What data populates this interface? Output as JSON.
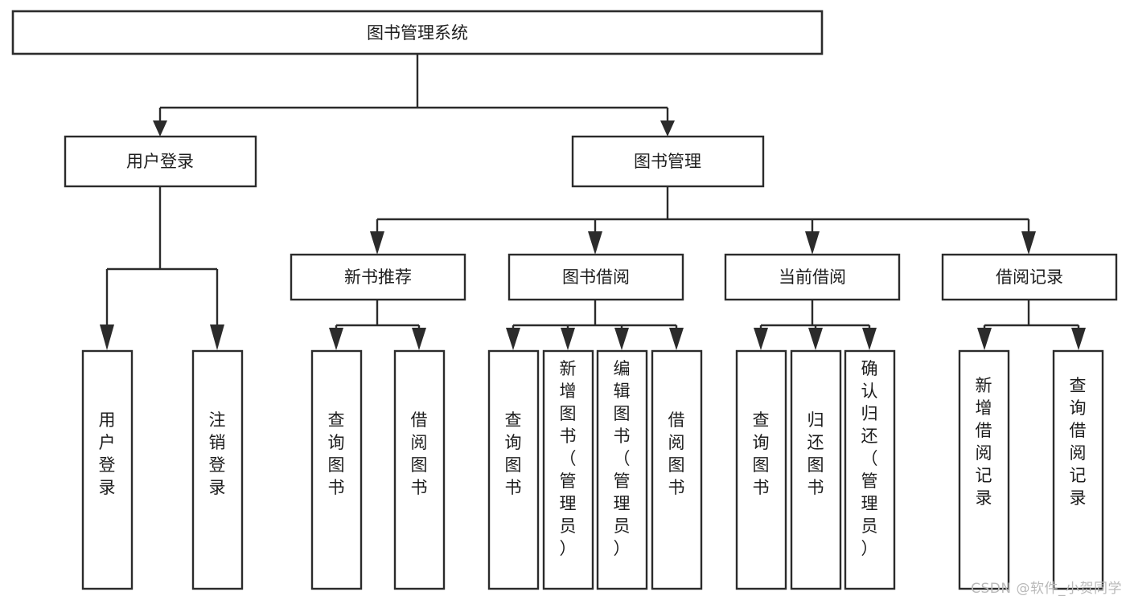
{
  "diagram": {
    "type": "tree",
    "title": "图书管理系统",
    "watermark": "CSDN @软件_小贺同学",
    "colors": {
      "stroke": "#2b2b2b",
      "fill": "#ffffff",
      "text": "#1d1d1d",
      "watermark": "#b9b9b9"
    },
    "nodes": {
      "root": {
        "label": "图书管理系统",
        "level": 1,
        "orientation": "horizontal"
      },
      "l2": [
        {
          "id": "user-login",
          "label": "用户登录",
          "level": 2,
          "orientation": "horizontal"
        },
        {
          "id": "book-manage",
          "label": "图书管理",
          "level": 2,
          "orientation": "horizontal"
        }
      ],
      "l3": [
        {
          "id": "new-book-rec",
          "label": "新书推荐",
          "level": 3,
          "orientation": "horizontal"
        },
        {
          "id": "book-borrow",
          "label": "图书借阅",
          "level": 3,
          "orientation": "horizontal"
        },
        {
          "id": "current-borrow",
          "label": "当前借阅",
          "level": 3,
          "orientation": "horizontal"
        },
        {
          "id": "borrow-record",
          "label": "借阅记录",
          "level": 3,
          "orientation": "horizontal"
        }
      ],
      "leaves": {
        "user-login": [
          {
            "id": "leaf-user-login",
            "label": "用户登录",
            "orientation": "vertical"
          },
          {
            "id": "leaf-user-logout",
            "label": "注销登录",
            "orientation": "vertical"
          }
        ],
        "new-book-rec": [
          {
            "id": "leaf-query-book-1",
            "label": "查询图书",
            "orientation": "vertical"
          },
          {
            "id": "leaf-borrow-book-1",
            "label": "借阅图书",
            "orientation": "vertical"
          }
        ],
        "book-borrow": [
          {
            "id": "leaf-query-book-2",
            "label": "查询图书",
            "orientation": "vertical"
          },
          {
            "id": "leaf-add-book",
            "label": "新增图书（管理员）",
            "orientation": "vertical"
          },
          {
            "id": "leaf-edit-book",
            "label": "编辑图书（管理员）",
            "orientation": "vertical"
          },
          {
            "id": "leaf-borrow-book-2",
            "label": "借阅图书",
            "orientation": "vertical"
          }
        ],
        "current-borrow": [
          {
            "id": "leaf-query-book-3",
            "label": "查询图书",
            "orientation": "vertical"
          },
          {
            "id": "leaf-return-book",
            "label": "归还图书",
            "orientation": "vertical"
          },
          {
            "id": "leaf-confirm-return",
            "label": "确认归还（管理员）",
            "orientation": "vertical"
          }
        ],
        "borrow-record": [
          {
            "id": "leaf-add-record",
            "label": "新增借阅记录",
            "orientation": "vertical"
          },
          {
            "id": "leaf-query-record",
            "label": "查询借阅记录",
            "orientation": "vertical"
          }
        ]
      }
    }
  }
}
